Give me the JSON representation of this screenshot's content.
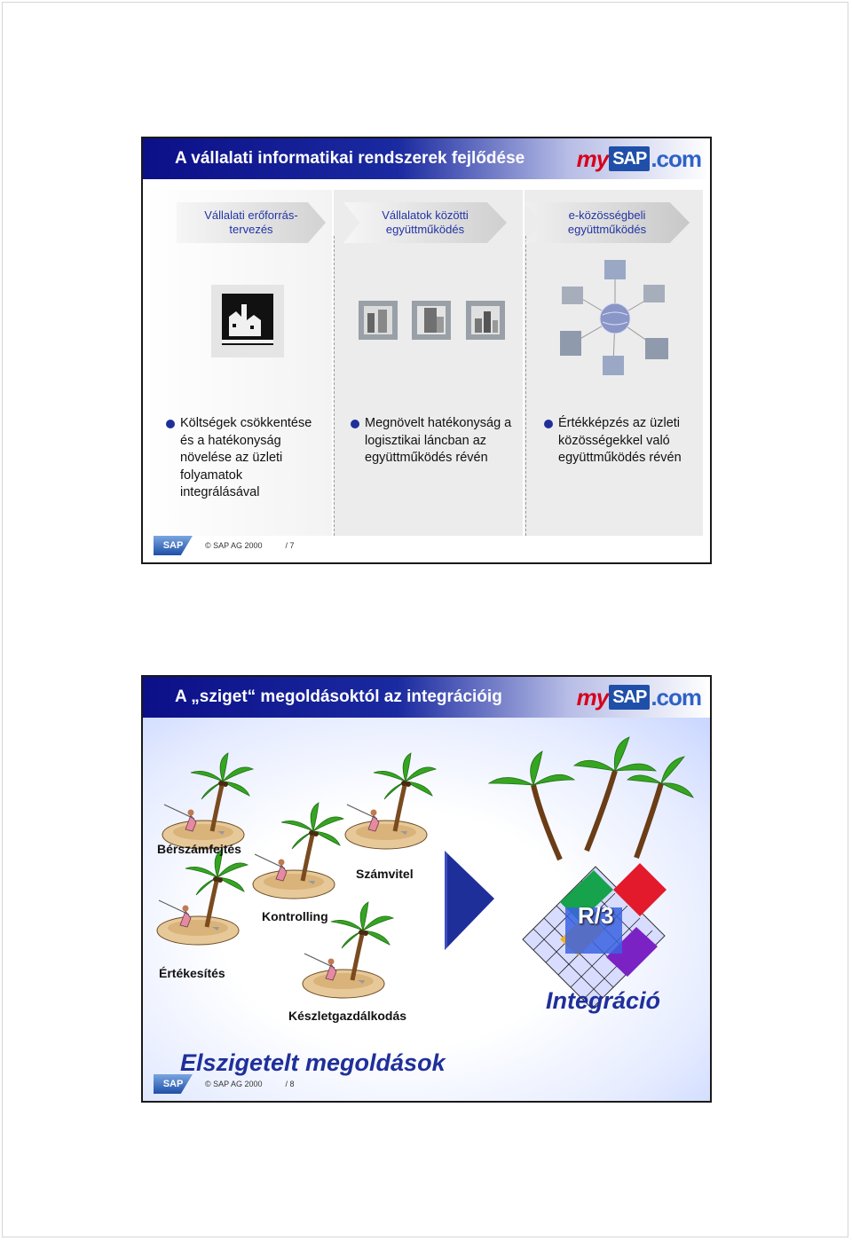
{
  "slide1": {
    "title": "A vállalati informatikai rendszerek fejlődése",
    "logo": {
      "my": "my",
      "sap": "SAP",
      "com": ".com"
    },
    "stages": [
      {
        "label": "Vállalati erőforrás-\ntervezés"
      },
      {
        "label": "Vállalatok közötti\negyüttműködés"
      },
      {
        "label": "e-közösségbeli\negyüttműködés"
      }
    ],
    "bullets": [
      "Költségek csökkentése és a hatékonyság növelése az üzleti folyamatok integrálásával",
      "Megnövelt hatékonyság a logisztikai láncban az együttműködés révén",
      "Értékképzés az üzleti közösségekkel való együttműködés révén"
    ],
    "footer": {
      "sap": "SAP",
      "copyright": "© SAP AG 2000",
      "page": "/ 7"
    }
  },
  "slide2": {
    "title": "A „sziget“ megoldásoktól az integrációig",
    "logo": {
      "my": "my",
      "sap": "SAP",
      "com": ".com"
    },
    "islands": [
      "Bérszámfejtés",
      "Számvitel",
      "Kontrolling",
      "Értékesítés",
      "Készletgazdálkodás"
    ],
    "caption_left": "Elszigetelt megoldások",
    "caption_right": "Integráció",
    "r3_label": "R/3",
    "footer": {
      "sap": "SAP",
      "copyright": "© SAP AG 2000",
      "page": "/ 8"
    }
  },
  "colors": {
    "title_blue": "#0c0f88",
    "bullet_blue": "#1f2f9a",
    "stage_text": "#2233a5"
  }
}
